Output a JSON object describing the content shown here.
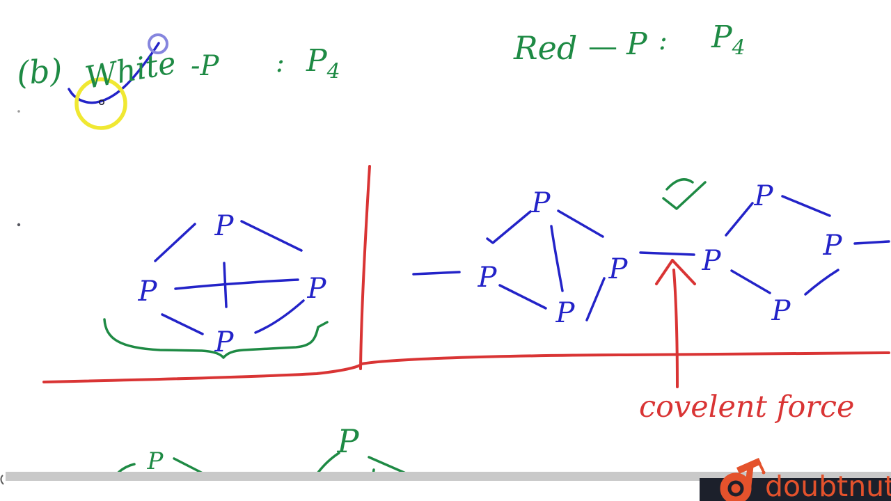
{
  "colors": {
    "green_ink": "#1e8a44",
    "blue_ink": "#2323c8",
    "red_ink": "#d93434",
    "yellow_highlight": "#f0e832",
    "periwinkle_cursor": "#8585de",
    "brand_orange": "#e4522c",
    "footer_dark": "#1c202b",
    "progress_gray": "#c9c9c9"
  },
  "heading": {
    "item_label": "(b)",
    "white": {
      "name": "White",
      "bond_p": "-P",
      "colon": ":",
      "formula_p": "P",
      "formula_sub": "4"
    },
    "red": {
      "name": "Red",
      "dash": "—",
      "p": "P",
      "colon": ":",
      "formula_p": "P",
      "formula_sub": "4"
    }
  },
  "annotation": {
    "covalent_label": "covelent force"
  },
  "structures": {
    "white_p4": {
      "atoms": [
        "P",
        "P",
        "P",
        "P"
      ]
    },
    "red_chain_unit1": {
      "atoms": [
        "P",
        "P",
        "P",
        "P"
      ]
    },
    "red_chain_unit2": {
      "atoms": [
        "P",
        "P",
        "P",
        "P"
      ]
    },
    "bottom_partial": {
      "atoms": [
        "P",
        "P"
      ]
    }
  },
  "footer": {
    "brand": "doubtnut"
  }
}
